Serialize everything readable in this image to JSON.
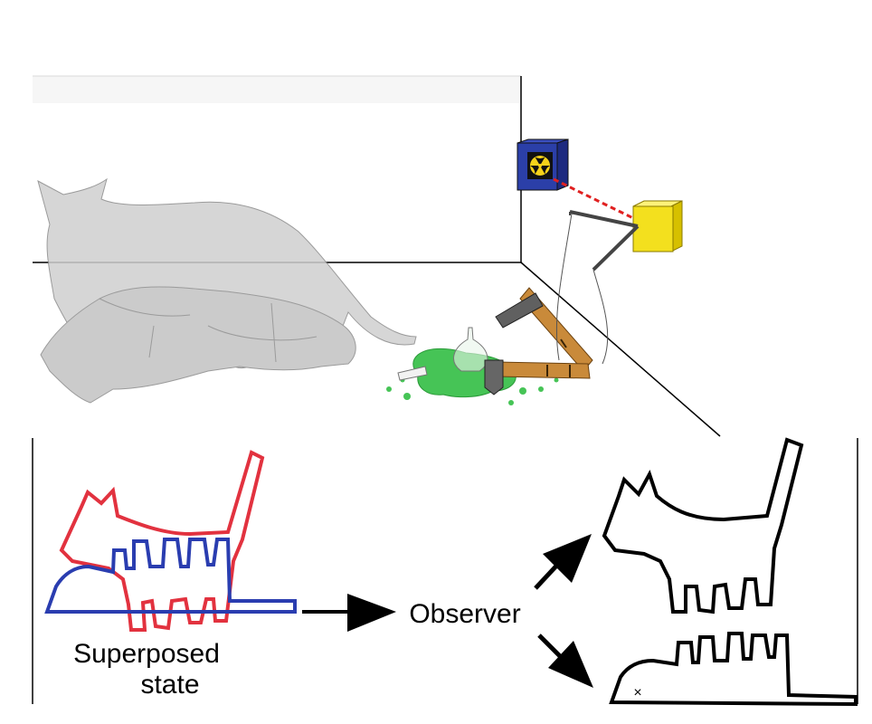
{
  "labels": {
    "superposed_line1": "Superposed",
    "superposed_line2": "state",
    "observer": "Observer",
    "dead_mark": "×"
  },
  "colors": {
    "alive_cat": "#e2323f",
    "dead_cat": "#2a3db0",
    "ghost_cat": "#c8c8c8",
    "poison": "#3ec24a",
    "radiation_box": "#2b3fa8",
    "detector_box": "#f3e01e",
    "ray": "#e02020",
    "hammer_handle": "#c07a2a"
  },
  "icons": {
    "radiation": "radiation-symbol-icon"
  }
}
